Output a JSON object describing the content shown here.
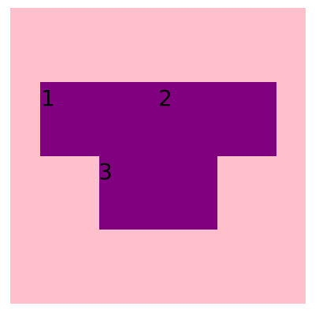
{
  "labels": {
    "n1": "1",
    "n2": "2",
    "n3": "3"
  },
  "colors": {
    "background": "#ffc0cb",
    "shape": "#800080",
    "text": "#000000"
  }
}
